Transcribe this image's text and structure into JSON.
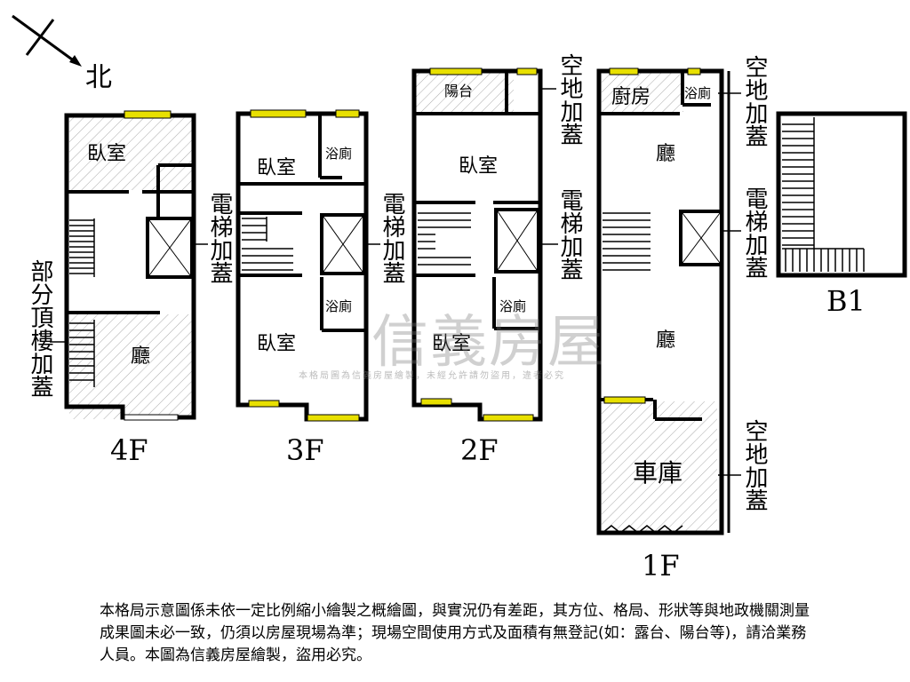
{
  "compass": {
    "label": "北"
  },
  "floors": {
    "f4": "4F",
    "f3": "3F",
    "f2": "2F",
    "f1": "1F",
    "b1": "B1"
  },
  "rooms": {
    "bedroom": "臥室",
    "bath": "浴廁",
    "bath_v": "浴\n廁",
    "hall": "廳",
    "balcony": "陽台",
    "kitchen": "廚房",
    "garage": "車庫"
  },
  "notes": {
    "elevator": "電梯加蓋",
    "roof": "部分頂樓加蓋",
    "land": "空地加蓋"
  },
  "watermark": {
    "brand": "信義房屋",
    "sub": "本格局圖為信義房屋繪製，未經允許請勿盜用，違者必究"
  },
  "disclaimer": "本格局示意圖係未依一定比例縮小繪製之概繪圖，與實況仍有差距，其方位、格局、形狀等與地政機關測量成果圖未必一致，仍須以房屋現場為準；現場空間使用方式及面積有無登記(如：露台、陽台等)，請洽業務人員。本圖為信義房屋繪製，盜用必究。",
  "colors": {
    "window": "#e8e000",
    "wall": "#000000",
    "hatch": "#999999"
  }
}
